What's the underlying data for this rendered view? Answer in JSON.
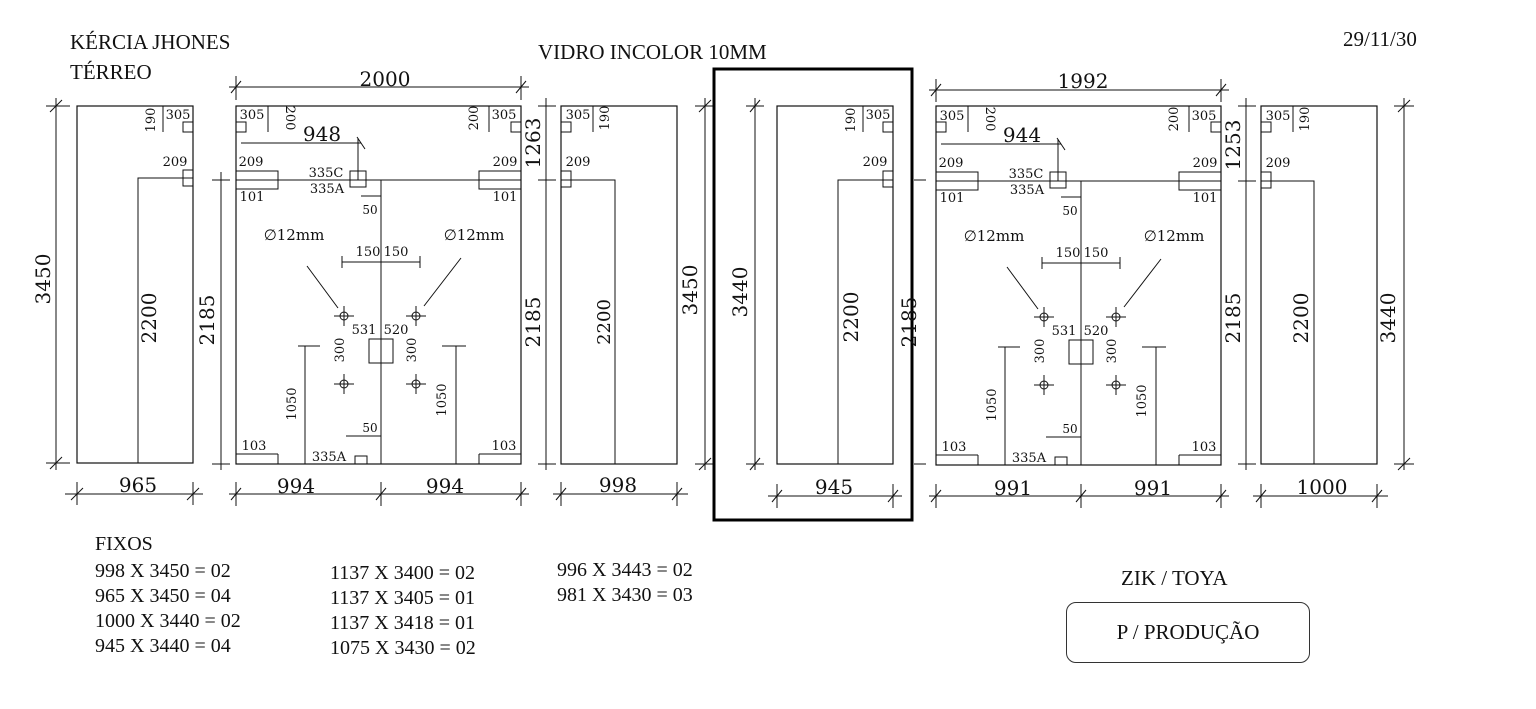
{
  "header": {
    "client": "KÉRCIA JHONES",
    "floor": "TÉRREO",
    "material": "VIDRO INCOLOR 10MM",
    "date": "29/11/30"
  },
  "panels": {
    "p1": {
      "height": "3450",
      "width": "965",
      "door_height": "2200",
      "label_a": "190",
      "label_b": "305",
      "label_c": "209"
    },
    "p2": {
      "total_width": "2000",
      "height": "2185",
      "offset": "948",
      "left_w": "994",
      "right_w": "994",
      "tl_a": "305",
      "tl_b": "200",
      "tr_a": "200",
      "tr_b": "305",
      "hinge_l": "209",
      "hinge_r": "209",
      "hole_l": "101",
      "hole_r": "101",
      "c1": "335C",
      "c2": "335A",
      "c3": "50",
      "dia_l": "∅12mm",
      "dia_r": "∅12mm",
      "sp_l": "150",
      "sp_r": "150",
      "v1": "531",
      "v2": "520",
      "v3": "300",
      "v4": "300",
      "h1": "1050",
      "h2": "1050",
      "bot_l": "103",
      "bot_r": "103",
      "bot_c": "335A",
      "bot_50": "50"
    },
    "p3": {
      "height": "2185",
      "width": "998",
      "door_height": "2200",
      "right_h": "3450",
      "label_a": "305",
      "label_b": "190",
      "label_c": "209",
      "top_h": "1263"
    },
    "p4": {
      "height": "3440",
      "width": "945",
      "door_height": "2200",
      "label_a": "190",
      "label_b": "305",
      "label_c": "209",
      "right_h": "2185"
    },
    "p5": {
      "total_width": "1992",
      "offset": "944",
      "left_w": "991",
      "right_w": "991",
      "tl_a": "305",
      "tl_b": "200",
      "tr_a": "200",
      "tr_b": "305",
      "hinge_l": "209",
      "hinge_r": "209",
      "hole_l": "101",
      "hole_r": "101",
      "c1": "335C",
      "c2": "335A",
      "c3": "50",
      "dia_l": "∅12mm",
      "dia_r": "∅12mm",
      "sp_l": "150",
      "sp_r": "150",
      "v1": "531",
      "v2": "520",
      "v3": "300",
      "v4": "300",
      "h1": "1050",
      "h2": "1050",
      "bot_l": "103",
      "bot_r": "103",
      "bot_c": "335A",
      "bot_50": "50",
      "top_h": "1253"
    },
    "p6": {
      "height": "2185",
      "width": "1000",
      "door_height": "2200",
      "right_h": "3440",
      "label_a": "305",
      "label_b": "190",
      "label_c": "209"
    }
  },
  "fixos": {
    "title": "FIXOS",
    "col1": [
      "998 X 3450 = 02",
      "965 X 3450 = 04",
      "1000 X 3440 = 02",
      "945 X 3440 = 04"
    ],
    "col2": [
      "1137 X 3400 = 02",
      "1137 X 3405 = 01",
      "1137 X 3418 = 01",
      "1075 X 3430 = 02"
    ],
    "col3": [
      "996 X 3443 = 02",
      "981 X 3430 = 03"
    ]
  },
  "footer": {
    "installer": "ZIK / TOYA",
    "production": "P / PRODUÇÃO"
  }
}
